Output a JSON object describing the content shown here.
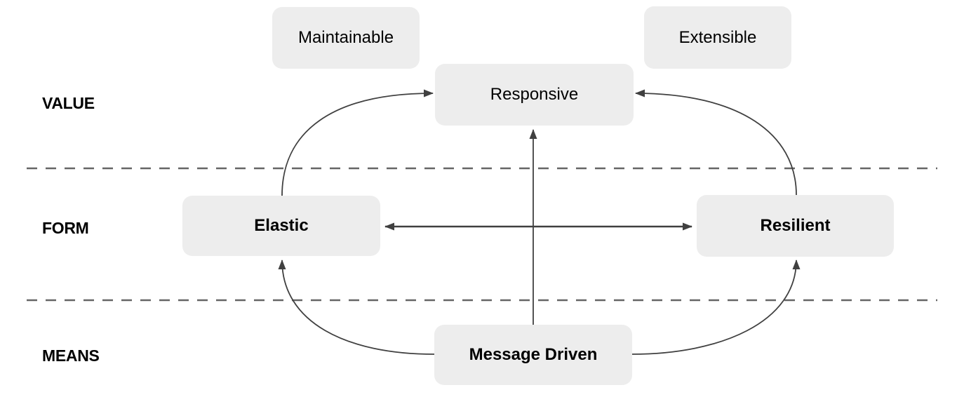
{
  "diagram": {
    "rows": [
      {
        "id": "value",
        "label": "VALUE"
      },
      {
        "id": "form",
        "label": "FORM"
      },
      {
        "id": "means",
        "label": "MEANS"
      }
    ],
    "nodes": {
      "maintainable": {
        "label": "Maintainable",
        "row": "value",
        "emphasis": "normal"
      },
      "extensible": {
        "label": "Extensible",
        "row": "value",
        "emphasis": "normal"
      },
      "responsive": {
        "label": "Responsive",
        "row": "value",
        "emphasis": "normal"
      },
      "elastic": {
        "label": "Elastic",
        "row": "form",
        "emphasis": "bold"
      },
      "resilient": {
        "label": "Resilient",
        "row": "form",
        "emphasis": "bold"
      },
      "message_driven": {
        "label": "Message Driven",
        "row": "means",
        "emphasis": "bold"
      }
    },
    "edges": [
      {
        "from": "elastic",
        "to": "responsive",
        "arrow": "to",
        "style": "curved"
      },
      {
        "from": "resilient",
        "to": "responsive",
        "arrow": "to",
        "style": "curved"
      },
      {
        "from": "message_driven",
        "to": "responsive",
        "arrow": "to",
        "style": "straight"
      },
      {
        "from": "elastic",
        "to": "resilient",
        "arrow": "both",
        "style": "straight"
      },
      {
        "from": "message_driven",
        "to": "elastic",
        "arrow": "to",
        "style": "curved"
      },
      {
        "from": "message_driven",
        "to": "resilient",
        "arrow": "to",
        "style": "curved"
      }
    ],
    "colors": {
      "background": "#ffffff",
      "box_fill": "#ededed",
      "line": "#404040",
      "dashed_line": "#666666",
      "text": "#000000"
    }
  }
}
